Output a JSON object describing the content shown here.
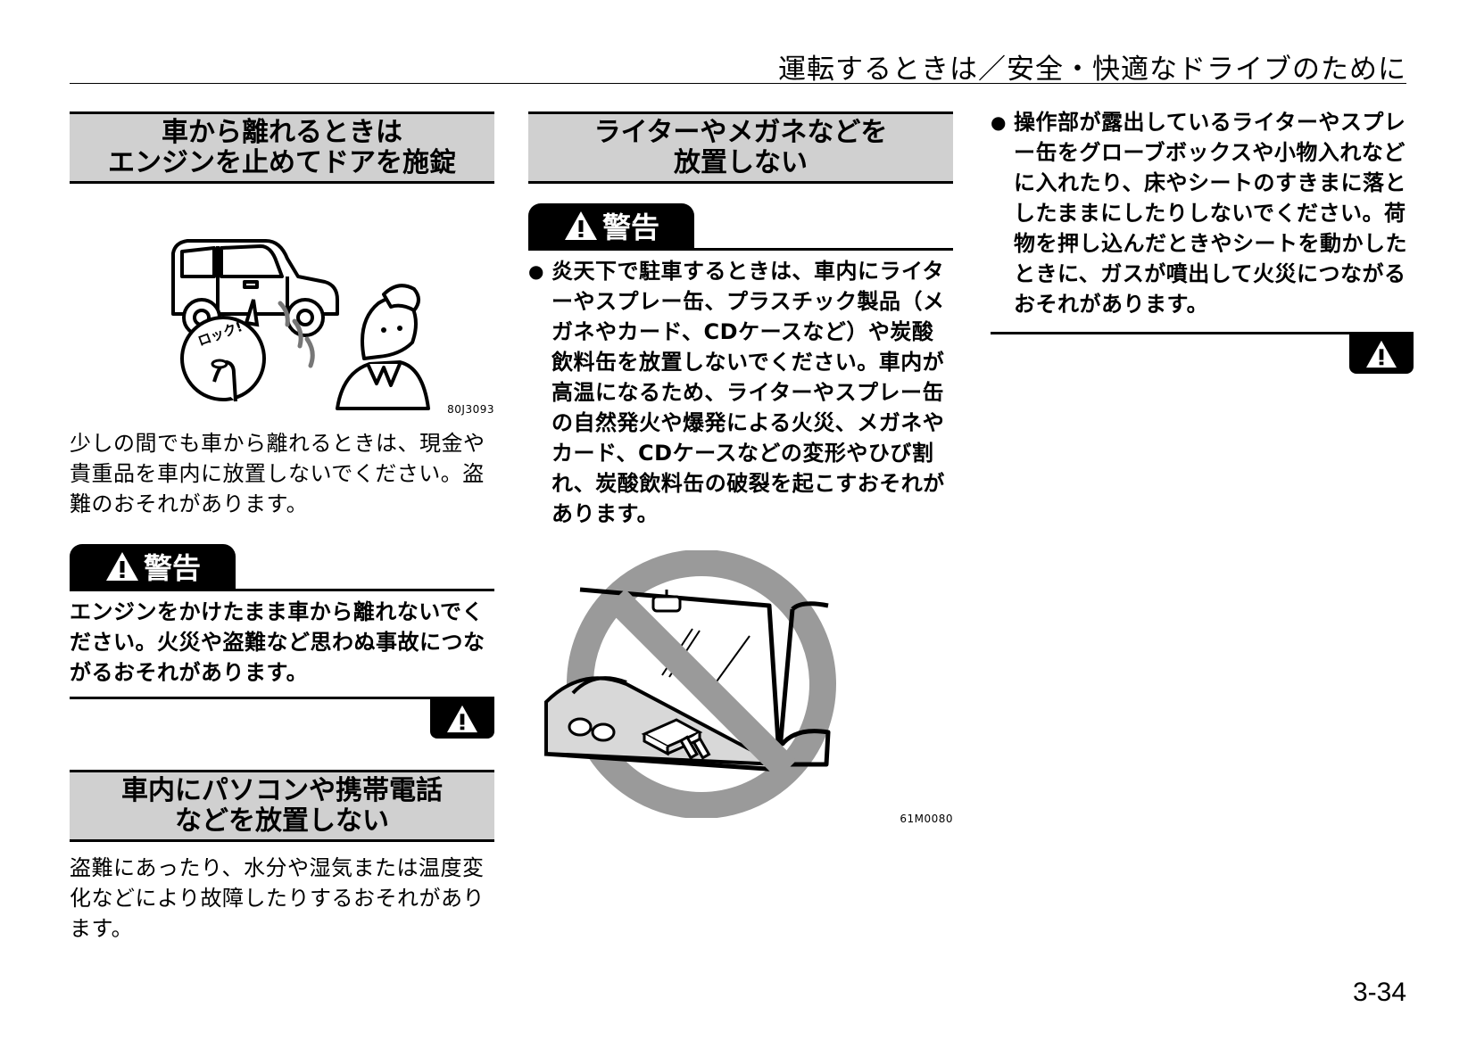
{
  "header": {
    "title": "運転するときは／安全・快適なドライブのために"
  },
  "column1": {
    "section1": {
      "heading_line1": "車から離れるときは",
      "heading_line2": "エンジンを止めてドアを施錠",
      "figure_callout": "ロック!",
      "figure_code": "80J3093",
      "body": "少しの間でも車から離れるときは、現金や貴重品を車内に放置しないでください。盗難のおそれがあります。"
    },
    "warning1": {
      "label": "警告",
      "text": "エンジンをかけたまま車から離れないでください。火災や盗難など思わぬ事故につながるおそれがあります。"
    },
    "section2": {
      "heading_line1": "車内にパソコンや携帯電話",
      "heading_line2": "などを放置しない",
      "body": "盗難にあったり、水分や湿気または温度変化などにより故障したりするおそれがあります。"
    }
  },
  "column2": {
    "section": {
      "heading_line1": "ライターやメガネなどを",
      "heading_line2": "放置しない"
    },
    "warning": {
      "label": "警告",
      "bullet": "●",
      "text": "炎天下で駐車するときは、車内にライターやスプレー缶、プラスチック製品（メガネやカード、CDケースなど）や炭酸飲料缶を放置しないでください。車内が高温になるため、ライターやスプレー缶の自然発火や爆発による火災、メガネやカード、CDケースなどの変形やひび割れ、炭酸飲料缶の破裂を起こすおそれがあります。"
    },
    "figure_code": "61M0080"
  },
  "column3": {
    "bullet": "●",
    "text": "操作部が露出しているライターやスプレー缶をグローブボックスや小物入れなどに入れたり、床やシートのすきまに落としたままにしたりしないでください。荷物を押し込んだときやシートを動かしたときに、ガスが噴出して火災につながるおそれがあります。"
  },
  "page_number": "3-34",
  "icons": {
    "warning": "warning-triangle-icon"
  },
  "colors": {
    "heading_band": "#d0d0d0",
    "warning_tab": "#000000",
    "prohibit_symbol": "#9a9a9a"
  }
}
